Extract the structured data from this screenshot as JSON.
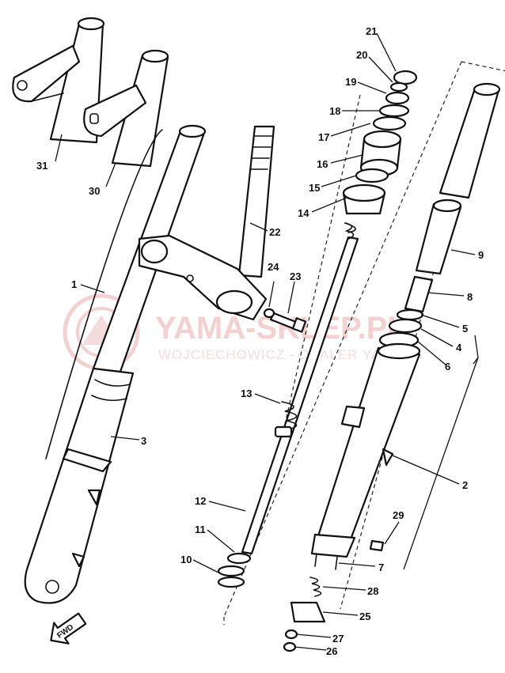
{
  "watermark": {
    "title": "YAMA-SKLEP.PL",
    "subtitle": "WOJCIECHOWICZ - DEALER YAMAHA",
    "color": "#e05a5a"
  },
  "direction_marker": {
    "label": "FWD"
  },
  "part_numbers": [
    "1",
    "2",
    "3",
    "4",
    "5",
    "6",
    "7",
    "8",
    "9",
    "10",
    "11",
    "12",
    "13",
    "14",
    "15",
    "16",
    "17",
    "18",
    "19",
    "20",
    "21",
    "22",
    "23",
    "24",
    "25",
    "26",
    "27",
    "28",
    "29",
    "30",
    "31"
  ]
}
